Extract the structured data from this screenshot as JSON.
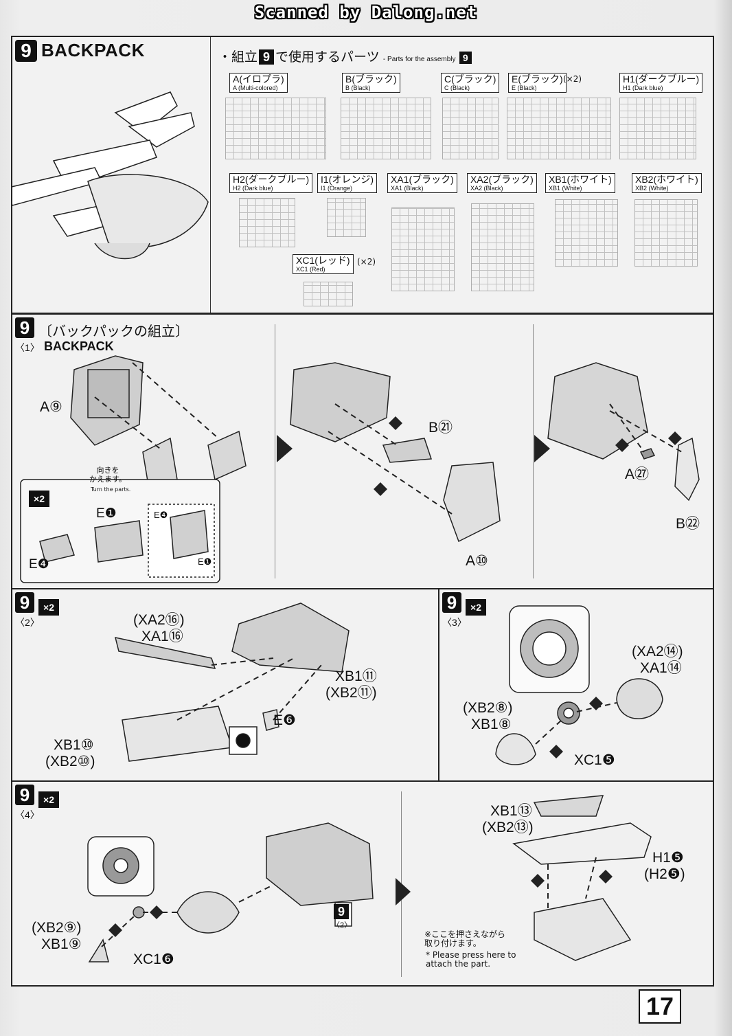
{
  "watermark": "Scanned by Dalong.net",
  "header": {
    "step_number": "9",
    "title": "BACKPACK",
    "parts_heading_jp": "・組立",
    "parts_heading_jp2": "で使用するパーツ",
    "parts_heading_en": "- Parts for the assembly"
  },
  "runners": [
    {
      "jp": "A(イロプラ)",
      "en": "A (Multi-colored)",
      "mult": ""
    },
    {
      "jp": "B(ブラック)",
      "en": "B (Black)",
      "mult": ""
    },
    {
      "jp": "C(ブラック)",
      "en": "C (Black)",
      "mult": ""
    },
    {
      "jp": "E(ブラック)",
      "en": "E (Black)",
      "mult": "(×2)"
    },
    {
      "jp": "H1(ダークブルー)",
      "en": "H1 (Dark blue)",
      "mult": ""
    },
    {
      "jp": "H2(ダークブルー)",
      "en": "H2 (Dark blue)",
      "mult": ""
    },
    {
      "jp": "I1(オレンジ)",
      "en": "I1 (Orange)",
      "mult": ""
    },
    {
      "jp": "XA1(ブラック)",
      "en": "XA1 (Black)",
      "mult": ""
    },
    {
      "jp": "XA2(ブラック)",
      "en": "XA2 (Black)",
      "mult": ""
    },
    {
      "jp": "XB1(ホワイト)",
      "en": "XB1 (White)",
      "mult": ""
    },
    {
      "jp": "XB2(ホワイト)",
      "en": "XB2 (White)",
      "mult": ""
    },
    {
      "jp": "XC1(レッド)",
      "en": "XC1 (Red)",
      "mult": "(×2)"
    }
  ],
  "step1": {
    "number": "9",
    "title_jp": "〔バックパックの組立〕",
    "sub_number": "〈1〉",
    "sub_title": "BACKPACK",
    "labels": [
      "A⑨",
      "B㉑",
      "A⑩",
      "A㉗",
      "B㉒",
      "E❶",
      "E❹",
      "E❹",
      "E❶"
    ],
    "note_jp": "向きを\nかえます。",
    "note_en": "Turn the parts.",
    "x2": "×2"
  },
  "step2": {
    "number": "9",
    "sub_number": "〈2〉",
    "x2": "×2",
    "labels": [
      "(XA2⑯)",
      "XA1⑯",
      "XB1⑪",
      "(XB2⑪)",
      "E❻",
      "XB1⑩",
      "(XB2⑩)"
    ]
  },
  "step3": {
    "number": "9",
    "sub_number": "〈3〉",
    "x2": "×2",
    "labels": [
      "(XA2⑭)",
      "XA1⑭",
      "(XB2⑧)",
      "XB1⑧",
      "XC1❺"
    ]
  },
  "step4": {
    "number": "9",
    "sub_number": "〈4〉",
    "x2": "×2",
    "labels": [
      "(XB2⑨)",
      "XB1⑨",
      "XC1❻",
      "XB1⑬",
      "(XB2⑬)",
      "H1❺",
      "(H2❺)"
    ],
    "ref_number": "9",
    "ref_sub": "〈2〉",
    "note_jp": "※ここを押さえながら\n取り付けます。",
    "note_en": "* Please press here to\nattach the part."
  },
  "page_number": "17"
}
